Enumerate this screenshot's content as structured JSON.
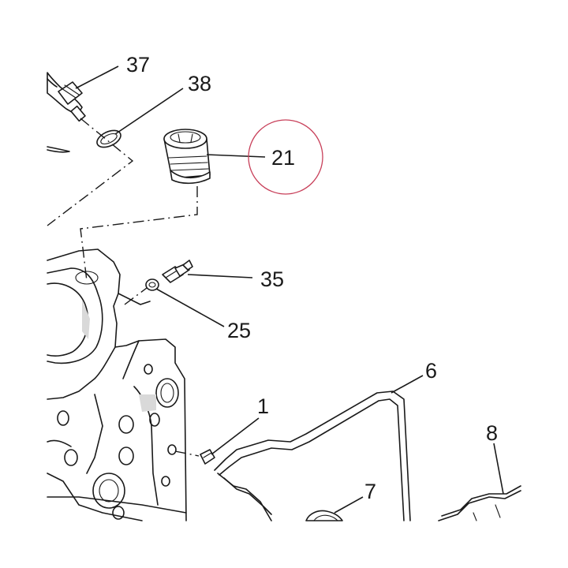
{
  "callouts": {
    "c37": "37",
    "c38": "38",
    "c21": "21",
    "c35": "35",
    "c25": "25",
    "c6": "6",
    "c1": "1",
    "c7": "7",
    "c8": "8"
  },
  "highlight": {
    "target": "21",
    "color": "#c8405a"
  }
}
